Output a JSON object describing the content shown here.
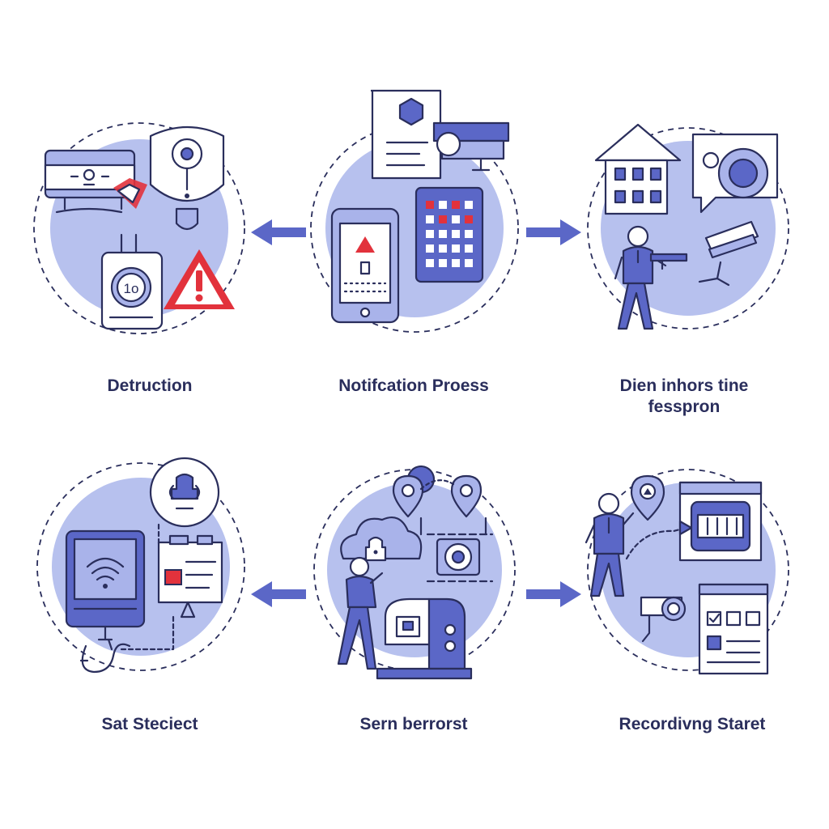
{
  "palette": {
    "navy": "#2a2e5c",
    "accent": "#5b67c7",
    "accent_light": "#a9b3ea",
    "circle_fill": "#b7c1ee",
    "alert_red": "#e2323c",
    "background": "#ffffff"
  },
  "steps": [
    {
      "label": "Detruction",
      "label_line2": "",
      "icons": [
        "id-card-icon",
        "keyhole-icon",
        "alarm-sensor-icon",
        "ten-seconds-timer-icon",
        "warning-triangle-icon"
      ]
    },
    {
      "label": "Notifcation Proess",
      "label_line2": "",
      "icons": [
        "document-icon",
        "security-camera-icon",
        "smartphone-alert-icon",
        "keypad-icon"
      ]
    },
    {
      "label": "Dien  inhors tine",
      "label_line2": "fesspron",
      "icons": [
        "house-icon",
        "chat-camera-icon",
        "guard-person-icon",
        "security-camera-icon"
      ]
    },
    {
      "label": "Sat Steciect",
      "label_line2": "",
      "icons": [
        "user-lock-icon",
        "wifi-panel-icon",
        "clipboard-icon",
        "cable-icon"
      ]
    },
    {
      "label": "Sern berrorst",
      "label_line2": "",
      "icons": [
        "location-pin-icon",
        "cloud-lock-icon",
        "person-icon",
        "mailbox-icon",
        "camera-lens-icon"
      ]
    },
    {
      "label": "Recordivng Staret",
      "label_line2": "",
      "icons": [
        "person-icon",
        "location-pin-icon",
        "monitor-icon",
        "security-camera-icon",
        "checklist-icon"
      ]
    }
  ],
  "arrows": [
    "arrow-left-icon",
    "arrow-right-icon",
    "arrow-left-icon",
    "arrow-right-icon"
  ]
}
